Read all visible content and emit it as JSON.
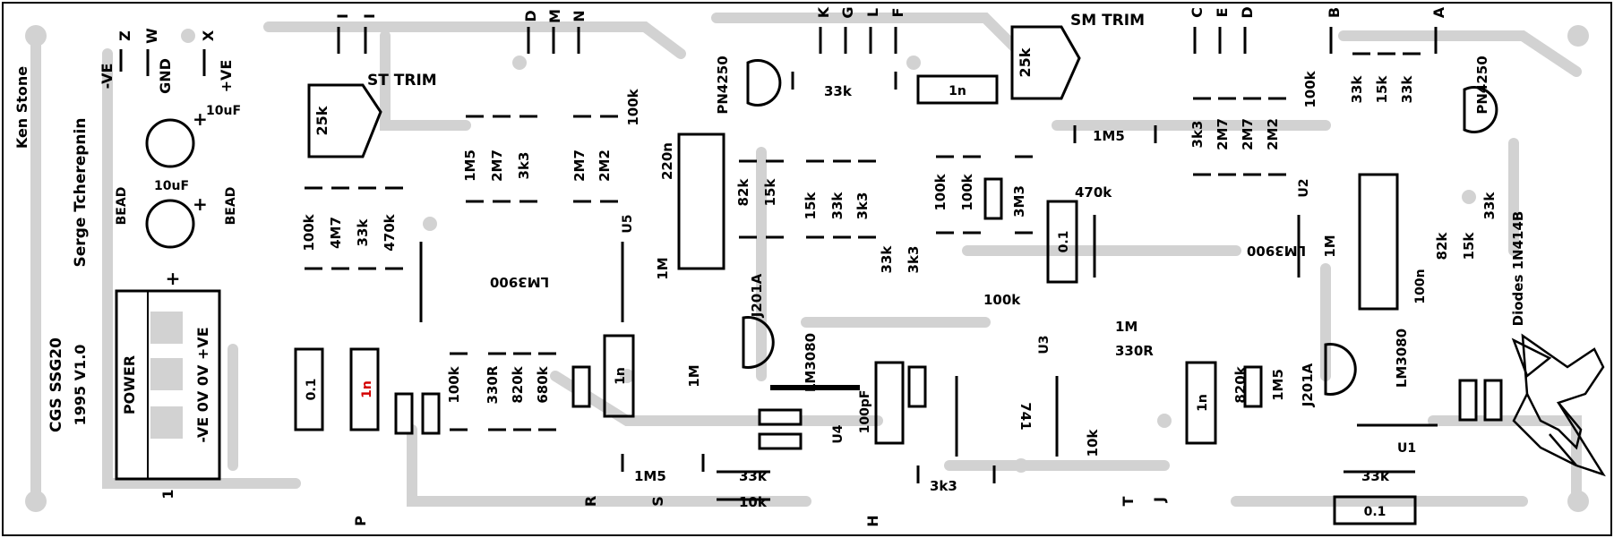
{
  "board": {
    "author": "Ken Stone",
    "designer": "Serge Tcherepnin",
    "title": "CGS SSG20",
    "version": "1995 V1.0",
    "st_trim": "ST TRIM",
    "sm_trim": "SM TRIM",
    "diodes_note": "Diodes 1N414B"
  },
  "power": {
    "label": "POWER",
    "pins": "-VE 0V 0V +VE",
    "rails": [
      "-VE",
      "GND",
      "+VE"
    ],
    "rail_letters": [
      "Z",
      "W",
      "X"
    ],
    "cap_values": [
      "10uF",
      "10uF"
    ],
    "bead_labels": [
      "BEAD",
      "BEAD"
    ],
    "pin1": "1"
  },
  "connectors": {
    "top": [
      "I",
      "I",
      "D",
      "M",
      "N",
      "K",
      "G",
      "L",
      "F",
      "C",
      "E",
      "D",
      "B",
      "A"
    ],
    "bottom": [
      "P",
      "R",
      "S",
      "H",
      "T",
      "J"
    ]
  },
  "chips": {
    "u1": "U1",
    "u1_type": "LM3080",
    "u2": "U2",
    "u2_type": "LM3900",
    "u3": "U3",
    "u3_type": "741",
    "u4": "U4",
    "u4_type": "LM3080",
    "u5": "U5",
    "u5_type": "LM3900"
  },
  "transistors": {
    "pn4250": "PN4250",
    "j201a": "J201A"
  },
  "parts": {
    "trim25k": "25k",
    "c220n": "220n",
    "c100n": "100n",
    "c100pf": "100pF",
    "c0_1": "0.1",
    "c1n": "1n",
    "r100k": "100k",
    "r4m7": "4M7",
    "r33k": "33k",
    "r470k": "470k",
    "r1m5": "1M5",
    "r2m7": "2M7",
    "r3k3": "3k3",
    "r2m2": "2M2",
    "r82k": "82k",
    "r15k": "15k",
    "r3m3": "3M3",
    "r1m": "1M",
    "r330r": "330R",
    "r820k": "820k",
    "r680k": "680k",
    "r10k": "10k",
    "r1m5a": "1M5",
    "r470k_h": "470k"
  }
}
